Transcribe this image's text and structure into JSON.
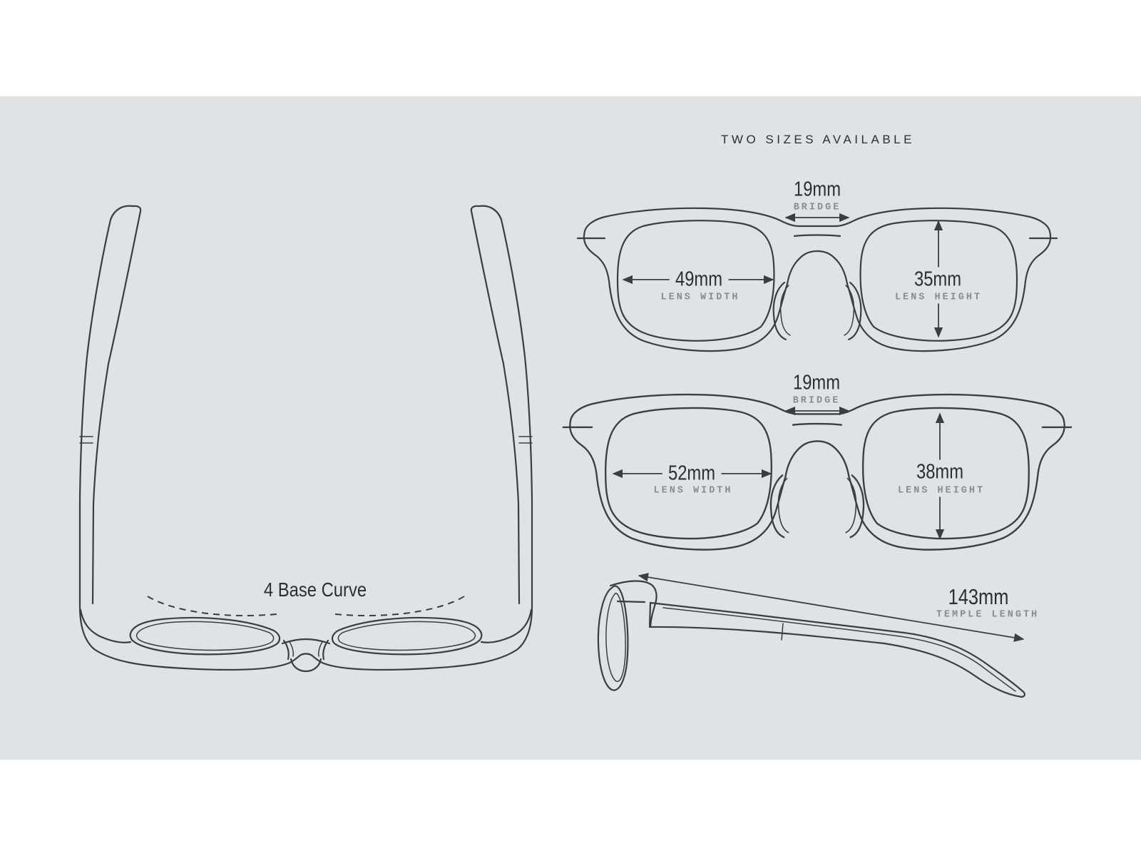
{
  "title": "TWO SIZES AVAILABLE",
  "top_view": {
    "base_curve_label": "4 Base Curve"
  },
  "sizes": [
    {
      "name": "size-small",
      "bridge": {
        "value": "19mm",
        "label": "BRIDGE"
      },
      "lens_width": {
        "value": "49mm",
        "label": "LENS WIDTH"
      },
      "lens_height": {
        "value": "35mm",
        "label": "LENS HEIGHT"
      }
    },
    {
      "name": "size-large",
      "bridge": {
        "value": "19mm",
        "label": "BRIDGE"
      },
      "lens_width": {
        "value": "52mm",
        "label": "LENS WIDTH"
      },
      "lens_height": {
        "value": "38mm",
        "label": "LENS HEIGHT"
      }
    }
  ],
  "side_view": {
    "temple_length": {
      "value": "143mm",
      "label": "TEMPLE LENGTH"
    }
  },
  "colors": {
    "background": "#dfe3e5",
    "line": "#3a3e42",
    "text_dark": "#2b2f33",
    "text_muted": "#878c90",
    "frame_bars": "#ffffff"
  }
}
